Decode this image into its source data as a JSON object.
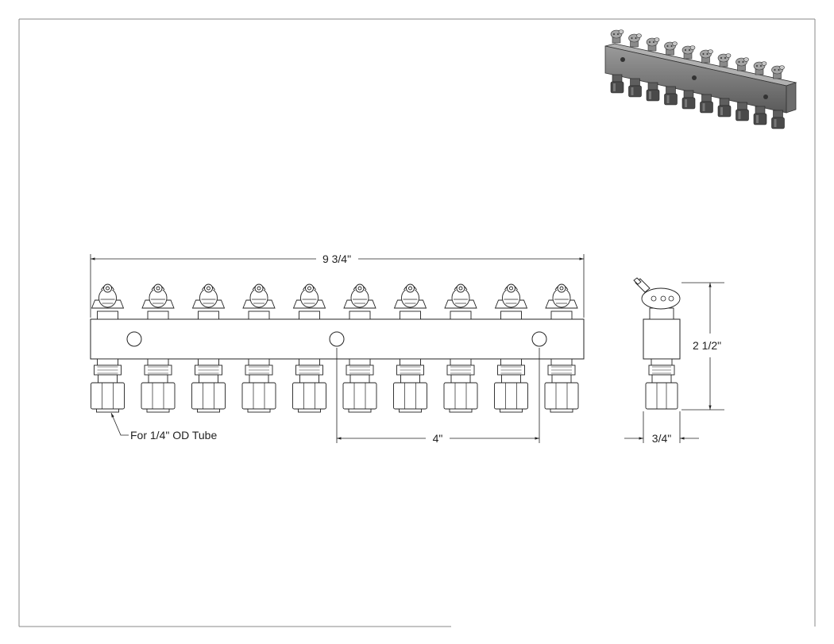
{
  "drawing": {
    "front_view": {
      "overall_length_label": "9 3/4\"",
      "hole_spacing_label": "4\"",
      "callout_label": "For 1/4\" OD Tube",
      "outlet_count": 10
    },
    "side_view": {
      "height_label": "2 1/2\"",
      "width_label": "3/4\""
    },
    "iso_view": {
      "outlet_count": 10
    }
  }
}
